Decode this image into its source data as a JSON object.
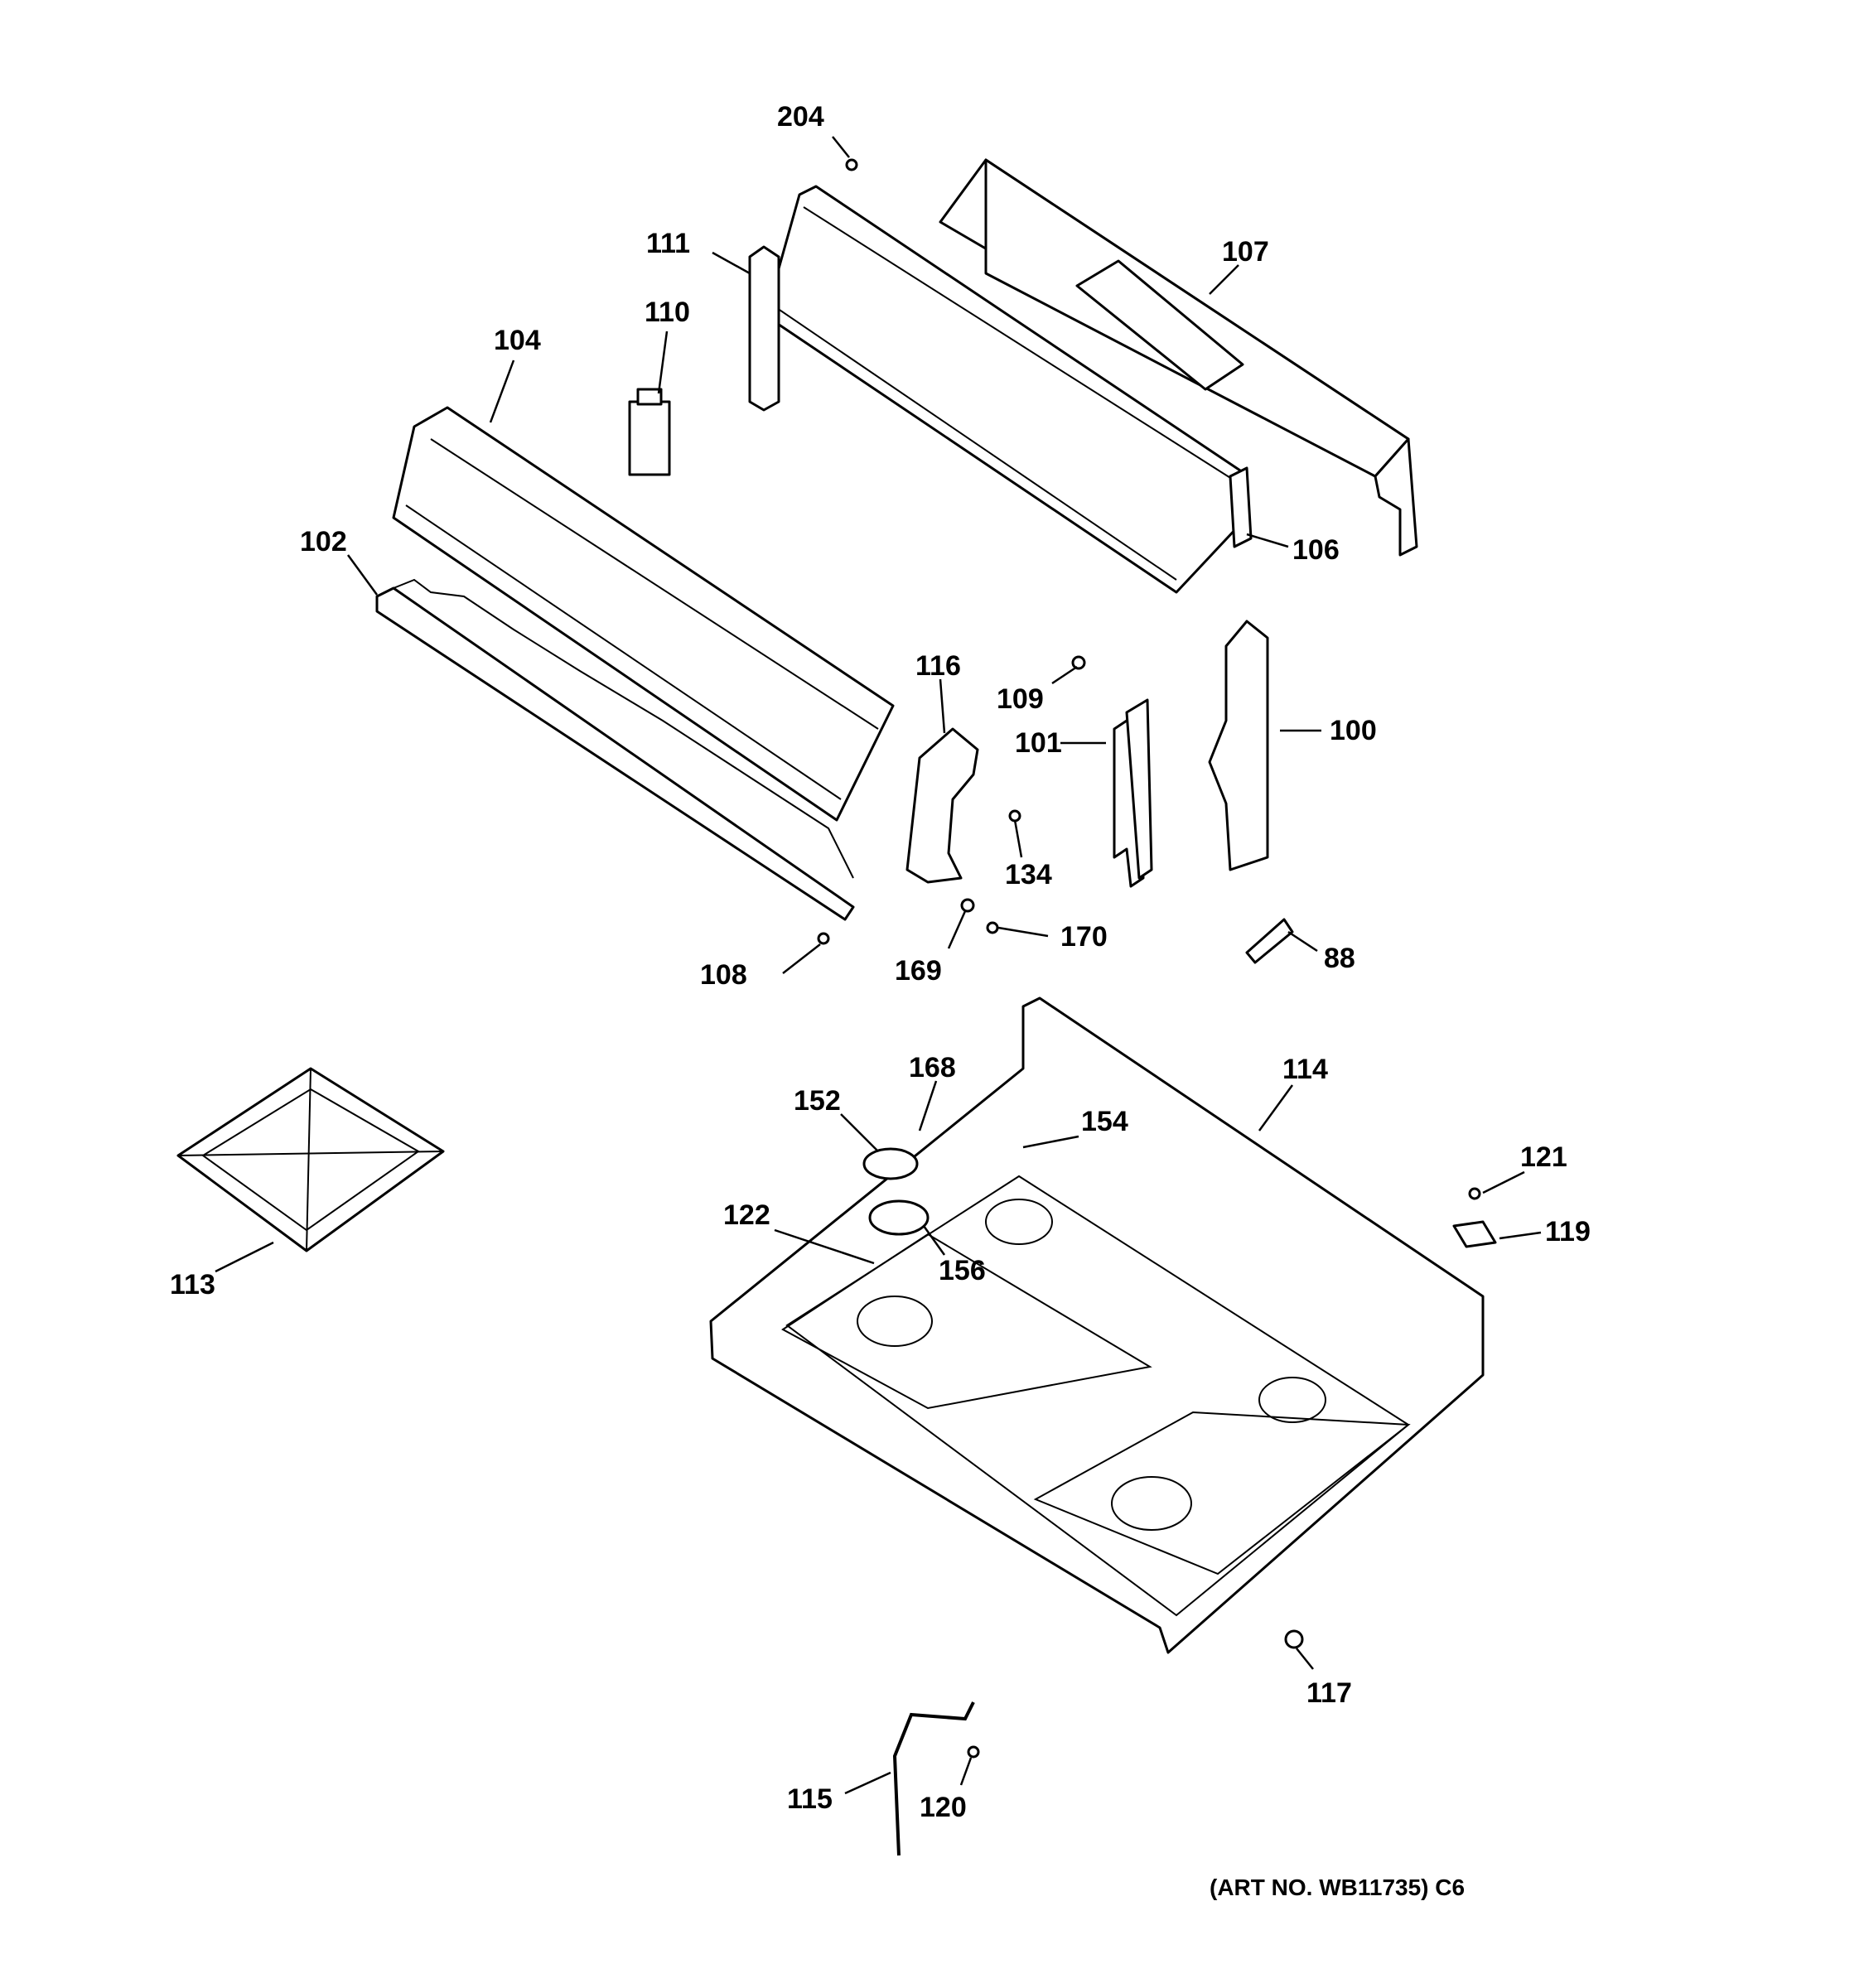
{
  "diagram": {
    "parts": {
      "p204": "204",
      "p111": "111",
      "p107": "107",
      "p110": "110",
      "p104": "104",
      "p106": "106",
      "p102": "102",
      "p116": "116",
      "p109": "109",
      "p101": "101",
      "p100": "100",
      "p134": "134",
      "p170": "170",
      "p169": "169",
      "p108": "108",
      "p88": "88",
      "p168": "168",
      "p114": "114",
      "p152": "152",
      "p154": "154",
      "p121": "121",
      "p122": "122",
      "p156": "156",
      "p119": "119",
      "p113": "113",
      "p117": "117",
      "p115": "115",
      "p120": "120"
    },
    "art_number": "(ART NO. WB11735) C6"
  }
}
